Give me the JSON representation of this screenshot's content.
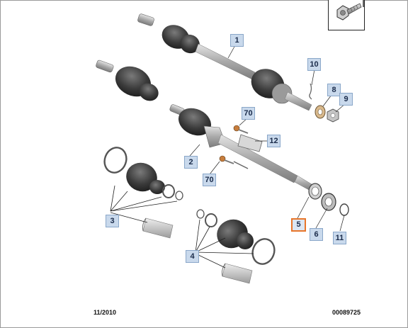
{
  "diagram": {
    "callouts": [
      {
        "id": "c1",
        "label": "1"
      },
      {
        "id": "c2",
        "label": "2"
      },
      {
        "id": "c3",
        "label": "3"
      },
      {
        "id": "c4",
        "label": "4"
      },
      {
        "id": "c5",
        "label": "5",
        "selected": true
      },
      {
        "id": "c6",
        "label": "6"
      },
      {
        "id": "c8",
        "label": "8"
      },
      {
        "id": "c9",
        "label": "9"
      },
      {
        "id": "c10",
        "label": "10"
      },
      {
        "id": "c11",
        "label": "11"
      },
      {
        "id": "c12",
        "label": "12"
      },
      {
        "id": "c70a",
        "label": "70"
      },
      {
        "id": "c70b",
        "label": "70"
      }
    ],
    "footer": {
      "date": "11/2010",
      "reference": "00089725"
    },
    "colors": {
      "callout_fill": "#c9d9ec",
      "callout_border": "#8aa7c9",
      "selected_border": "#e8762b",
      "part_metal": "#b8b8b8",
      "part_boot": "#3a3a3a"
    },
    "icons": {
      "inset": "bolt-icon"
    }
  }
}
